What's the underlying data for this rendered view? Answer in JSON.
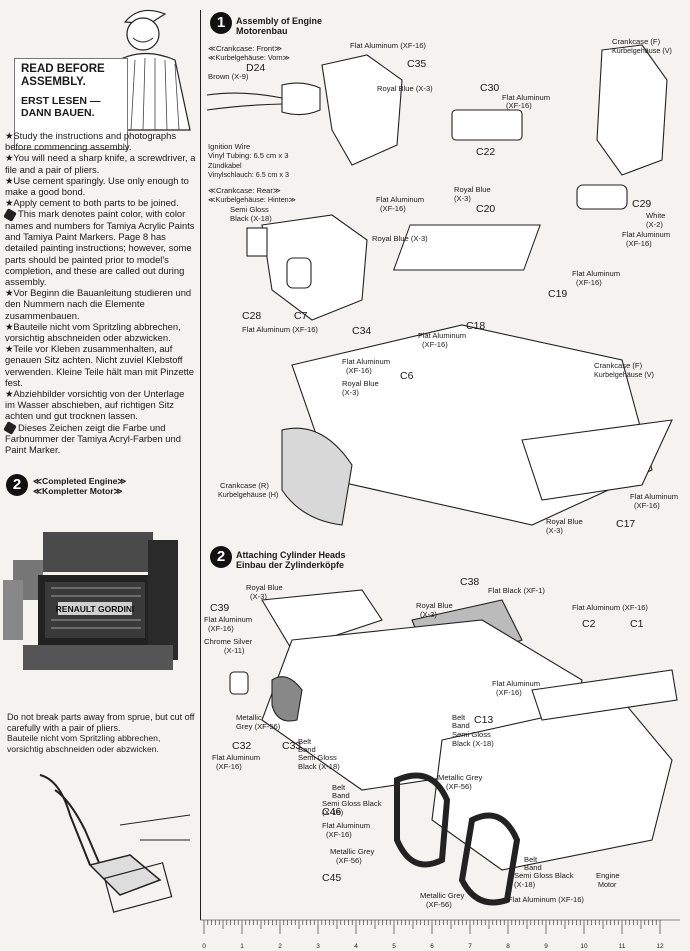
{
  "banner": {
    "en": "READ BEFORE ASSEMBLY.",
    "de": "ERST LESEN — DANN BAUEN."
  },
  "notes": [
    "★Study the instructions and photographs before commencing assembly.",
    "★You will need a sharp knife, a screwdriver, a file and a pair of pliers.",
    "★Use cement sparingly. Use only enough to make a good bond.",
    "★Apply cement to both parts to be joined.",
    "This mark denotes paint color, with color names and numbers for Tamiya Acrylic Paints and Tamiya Paint Markers. Page 8 has detailed painting instructions; however, some parts should be painted prior to model's completion, and these are called out during assembly.",
    "★Vor Beginn die Bauanleitung studieren und den Nummern nach die Elemente zusammenbauen.",
    "★Bauteile nicht vom Spritzling abbrechen, vorsichtig abschneiden oder abzwicken.",
    "★Teile vor Kleben zusammenhalten, auf genauen Sitz achten. Nicht zuviel Klebstoff verwenden. Kleine Teile hält man mit Pinzette fest.",
    "★Abziehbilder vorsichtig von der Unterlage im Wasser abschieben, auf richtigen Sitz achten und gut trocknen lassen.",
    "Dieses Zeichen zeigt die Farbe und Farbnummer der Tamiya Acryl-Farben und Paint Marker."
  ],
  "completed": {
    "num": "2",
    "en": "≪Completed Engine≫",
    "de": "≪Kompletter Motor≫",
    "plate": "RENAULT GORDINI"
  },
  "warning": {
    "en": "Do not break parts away from sprue, but cut off carefully with a pair of pliers.",
    "de": "Bauteile nicht vom Spritzling abbrechen, vorsichtig abschneiden oder abzwicken."
  },
  "step1": {
    "num": "1",
    "en": "Assembly of Engine",
    "de": "Motorenbau"
  },
  "step2": {
    "num": "2",
    "en": "Attaching Cylinder Heads",
    "de": "Einbau der Zylinderköpfe"
  },
  "labels1": {
    "crank_front": "≪Crankcase: Front≫",
    "crank_front_de": "≪Kurbelgehäuse: Vorn≫",
    "brown": "Brown (X-9)",
    "ignition": "Ignition Wire",
    "vinyl": "Vinyl Tubing: 6.5 cm x 3",
    "zund": "Zündkabel",
    "vinyl_de": "Vinylschlauch: 6.5 cm x 3",
    "crank_rear": "≪Crankcase: Rear≫",
    "crank_rear_de": "≪Kurbelgehäuse: Hinten≫",
    "semi_gloss": "Semi Gloss",
    "black_x18": "Black (X-18)",
    "flat_al": "Flat Aluminum",
    "xf16": "(XF-16)",
    "flat_al_full": "Flat Aluminum (XF-16)",
    "royal_blue_x3": "Royal Blue (X-3)",
    "royal_blue": "Royal Blue",
    "x3": "(X-3)",
    "white": "White",
    "x2": "(X-2)",
    "crankcase_f": "Crankcase (F)",
    "kurbel_v": "Kurbelgehäuse (V)",
    "crankcase_r": "Crankcase (R)",
    "kurbel_h": "Kurbelgehäuse (H)"
  },
  "parts1": [
    "C35",
    "D24",
    "C30",
    "C22",
    "C20",
    "C29",
    "C19",
    "C28",
    "C7",
    "C34",
    "C18",
    "C6",
    "C17"
  ],
  "labels2": {
    "royal_blue": "Royal Blue",
    "x3": "(X-3)",
    "flat_black": "Flat Black (XF-1)",
    "flat_al": "Flat Aluminum",
    "flat_al_full": "Flat Aluminum (XF-16)",
    "xf16": "(XF-16)",
    "chrome": "Chrome Silver",
    "x11": "(X-11)",
    "metallic": "Metallic",
    "grey_xf56": "Grey (XF-56)",
    "metallic_grey": "Metallic Grey",
    "metallic_grey_xf56": "Metallic Grey (XF-56)",
    "xf56": "(XF-56)",
    "belt": "Belt",
    "band": "Band",
    "semi_gloss": "Semi Gloss",
    "semi_gloss_black": "Semi Gloss Black",
    "semi_gloss_black_x18": "Semi Gloss Black (X-18)",
    "black_x18": "Black (X-18)",
    "x18": "(X-18)",
    "engine": "Engine",
    "motor": "Motor"
  },
  "parts2": [
    "C38",
    "C39",
    "C2",
    "C1",
    "C32",
    "C33",
    "C13",
    "C46",
    "C45"
  ],
  "ruler": [
    "0",
    "1",
    "2",
    "3",
    "4",
    "5",
    "6",
    "7",
    "8",
    "9",
    "10",
    "11",
    "12"
  ]
}
